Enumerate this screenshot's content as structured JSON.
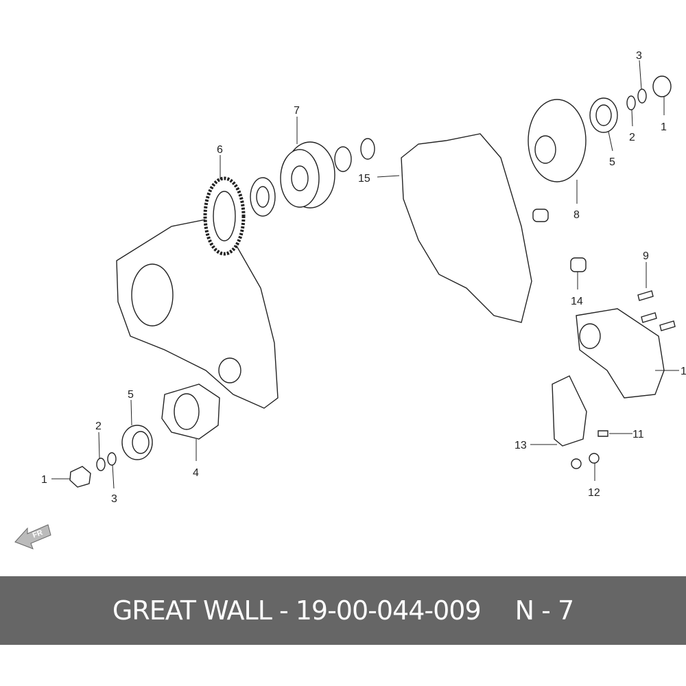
{
  "diagram": {
    "orientation_label": "FR",
    "callouts": [
      {
        "id": "right-nut",
        "label": "1"
      },
      {
        "id": "right-washer",
        "label": "2"
      },
      {
        "id": "right-oring",
        "label": "3"
      },
      {
        "id": "right-seal",
        "label": "5"
      },
      {
        "id": "flange-plate",
        "label": "8"
      },
      {
        "id": "bearing",
        "label": "7"
      },
      {
        "id": "friction-disc",
        "label": "6"
      },
      {
        "id": "dowel-pin",
        "label": "15"
      },
      {
        "id": "bolt",
        "label": "9"
      },
      {
        "id": "sleeve",
        "label": "14"
      },
      {
        "id": "motor",
        "label": "1"
      },
      {
        "id": "small-bolt",
        "label": "11"
      },
      {
        "id": "bracket",
        "label": "13"
      },
      {
        "id": "nut",
        "label": "12"
      },
      {
        "id": "left-seal",
        "label": "5"
      },
      {
        "id": "left-washer",
        "label": "2"
      },
      {
        "id": "left-nut",
        "label": "1"
      },
      {
        "id": "left-oring",
        "label": "3"
      },
      {
        "id": "left-flange",
        "label": "4"
      }
    ]
  },
  "banner": {
    "brand_part": "GREAT WALL - 19-00-044-009",
    "ref": "N - 7",
    "background": "#666666"
  }
}
